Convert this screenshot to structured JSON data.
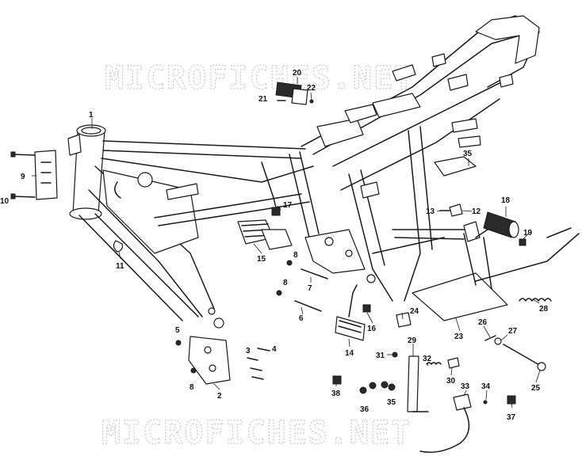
{
  "watermark": "MICROFICHES.NET",
  "callouts": [
    "1",
    "2",
    "3",
    "4",
    "5",
    "6",
    "7",
    "8",
    "8",
    "8",
    "9",
    "10",
    "11",
    "12",
    "13",
    "14",
    "15",
    "16",
    "17",
    "18",
    "19",
    "20",
    "21",
    "22",
    "23",
    "24",
    "25",
    "26",
    "27",
    "28",
    "29",
    "30",
    "31",
    "32",
    "33",
    "34",
    "35",
    "36",
    "35",
    "37",
    "38"
  ]
}
